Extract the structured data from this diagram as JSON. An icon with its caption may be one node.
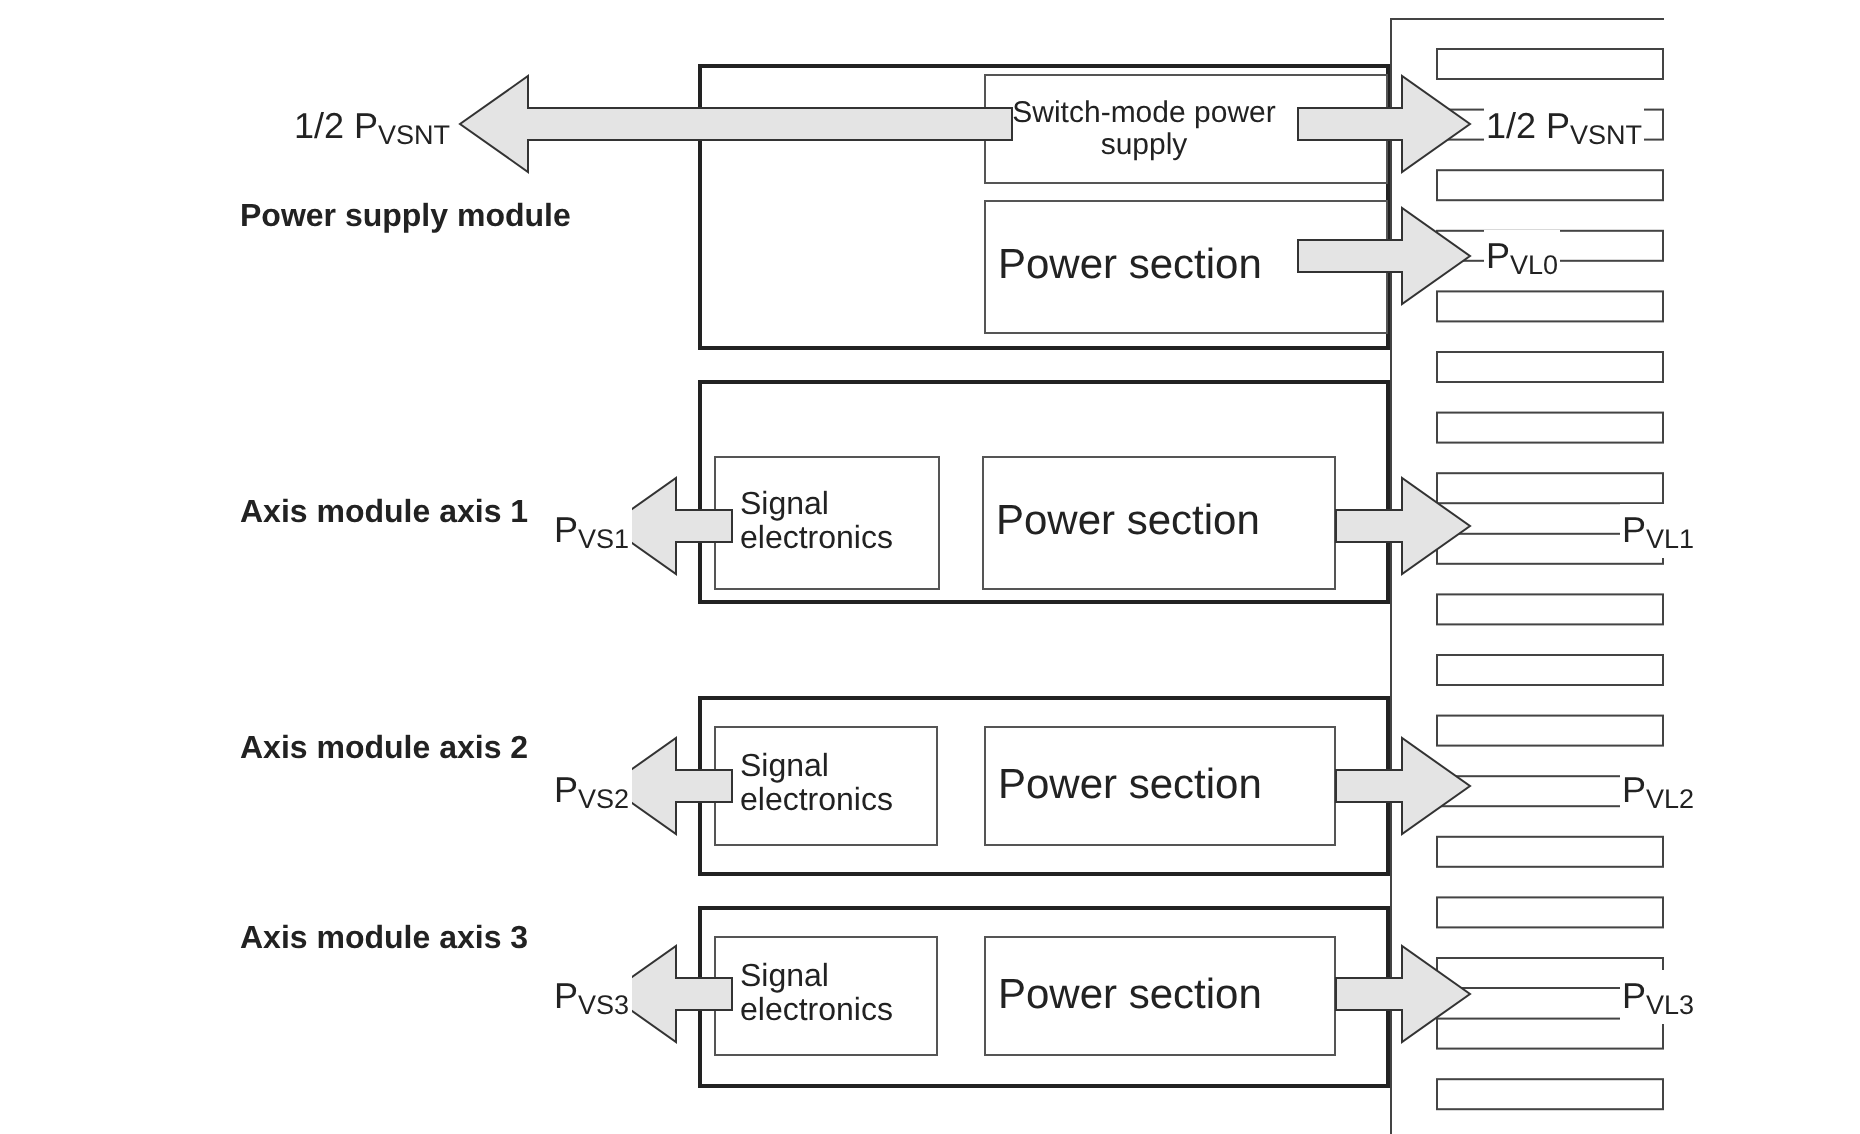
{
  "diagram": {
    "nodes": [
      {
        "text": [],
        "shape": "box"
      },
      {
        "text": [
          "Switch-mode power supply"
        ],
        "in": 0
      },
      {
        "text": [
          "Power section"
        ],
        "in": 0
      },
      {
        "text": [],
        "shape": "box"
      },
      {
        "text": [
          "Signal electronics"
        ],
        "in": 3
      },
      {
        "text": [
          "Power section"
        ],
        "in": 3
      },
      {
        "text": [],
        "shape": "box"
      },
      {
        "text": [
          "Signal electronics"
        ],
        "in": 6
      },
      {
        "text": [
          "Power section"
        ],
        "in": 6
      },
      {
        "text": [],
        "shape": "box"
      },
      {
        "text": [
          "Signal electronics"
        ],
        "in": 9
      },
      {
        "text": [
          "Power section"
        ],
        "in": 9
      },
      {
        "text": [],
        "shape": "picture"
      }
    ],
    "edges": [
      {
        "from": 1,
        "to": null,
        "arrow": "to"
      },
      {
        "from": 1,
        "to": 12,
        "arrow": "to"
      },
      {
        "from": 2,
        "to": 12,
        "arrow": "to"
      },
      {
        "from": 4,
        "to": null,
        "arrow": "to"
      },
      {
        "from": 5,
        "to": 12,
        "arrow": "to"
      },
      {
        "from": 7,
        "to": null,
        "arrow": "to"
      },
      {
        "from": 8,
        "to": 12,
        "arrow": "to"
      },
      {
        "from": 10,
        "to": null,
        "arrow": "to"
      },
      {
        "from": 11,
        "to": 12,
        "arrow": "to"
      }
    ],
    "labels": [
      "1/2 P$_{VSNT}$",
      "1/2 P$_{VSNT}$",
      "Power supply module",
      "P$_{VL0}$",
      "Axis module axis 1",
      "P$_{VS1}$",
      "P$_{VL1}$",
      "Axis module axis 2",
      "P$_{VS2}$",
      "P$_{VL2}$",
      "Axis module axis 3",
      "P$_{VS3}$",
      "P$_{VL3}$"
    ]
  }
}
